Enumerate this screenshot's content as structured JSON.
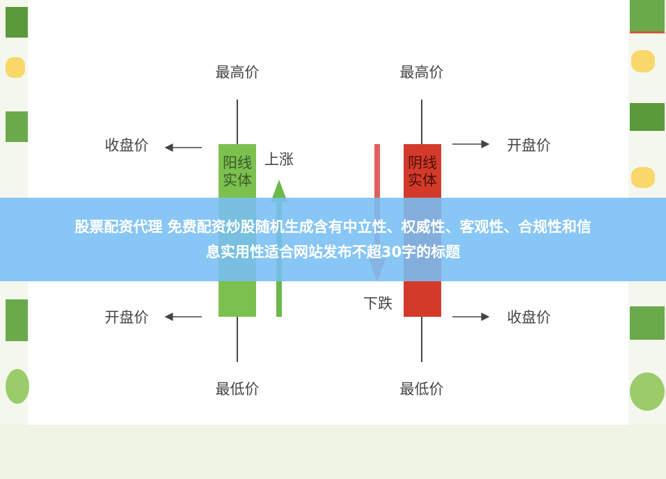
{
  "left_candle": {
    "high": "最高价",
    "low": "最低价",
    "close": "收盘价",
    "open": "开盘价",
    "body": "阳线实体",
    "direction": "上涨",
    "color": "#7cc04f"
  },
  "right_candle": {
    "high": "最高价",
    "low": "最低价",
    "open": "开盘价",
    "close": "收盘价",
    "body": "阴线实体",
    "direction": "下跌",
    "color": "#d43a2a"
  },
  "banner": {
    "line1": "股票配资代理 免费配资炒股随机生成含有中立性、权威性、客观性、合规性和信",
    "line2": "息实用性适合网站发布不超30字的标题",
    "color": "#78bef5"
  }
}
